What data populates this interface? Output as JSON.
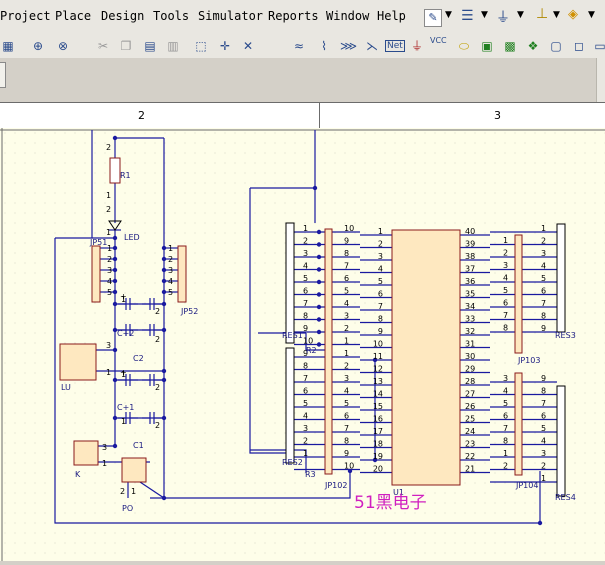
{
  "menu": {
    "items": [
      "Project",
      "Place",
      "Design",
      "Tools",
      "Simulator",
      "Reports",
      "Window",
      "Help"
    ]
  },
  "toolbar": {
    "icons": [
      "new-icon",
      "open-icon",
      "zoom-icon",
      "zoom-fit-icon",
      "cut-icon",
      "copy-icon",
      "paste-icon",
      "paste-special-icon",
      "select-icon",
      "move-icon",
      "cross-icon",
      "wire-icon",
      "bus-icon",
      "bus-entry-icon",
      "net-label-icon",
      "net-label-text",
      "gnd-icon",
      "vcc-icon",
      "port-icon",
      "sheet-entry-icon",
      "sheet-icon",
      "part-icon",
      "box-icon",
      "ellipse-icon",
      "text-frame-icon"
    ],
    "net_label_text": "Net",
    "vcc_text": "VCC"
  },
  "ruler": {
    "col2": "2",
    "col3": "3"
  },
  "schematic": {
    "components": {
      "r1": "R1",
      "led": "LED",
      "jp51": "JP51",
      "jp52": "JP52",
      "c2plus": "C+2",
      "c2": "C2",
      "c1plus": "C+1",
      "c1": "C1",
      "lu": "LU",
      "k": "K",
      "po": "PO",
      "res1": "RES1",
      "res2": "RES2",
      "res3": "RES3",
      "res4": "RES4",
      "r2": "R2",
      "r3": "R3",
      "jp102": "JP102",
      "jp103": "JP103",
      "jp104": "JP104",
      "u1": "U1"
    },
    "watermark": "51黑电子",
    "pins_1_10": [
      "1",
      "2",
      "3",
      "4",
      "5",
      "6",
      "7",
      "8",
      "9",
      "10"
    ],
    "pins_10_1": [
      "10",
      "9",
      "8",
      "7",
      "6",
      "5",
      "4",
      "3",
      "2",
      "1"
    ],
    "pins_9_1": [
      "9",
      "8",
      "7",
      "6",
      "5",
      "4",
      "3",
      "2",
      "1"
    ],
    "pins_1_9": [
      "1",
      "2",
      "3",
      "4",
      "5",
      "6",
      "7",
      "8",
      "9"
    ],
    "pins_8_1": [
      "8",
      "7",
      "6",
      "5",
      "4",
      "3",
      "2",
      "1"
    ],
    "chip_left": [
      "1",
      "2",
      "3",
      "4",
      "5",
      "6",
      "7",
      "8",
      "9",
      "10",
      "11",
      "12",
      "13",
      "14",
      "15",
      "16",
      "17",
      "18",
      "19",
      "20"
    ],
    "chip_right": [
      "40",
      "39",
      "38",
      "37",
      "36",
      "35",
      "34",
      "33",
      "32",
      "31",
      "30",
      "29",
      "28",
      "27",
      "26",
      "25",
      "24",
      "23",
      "22",
      "21"
    ],
    "res3_right": [
      "1",
      "2",
      "3",
      "4",
      "5",
      "6",
      "7",
      "8",
      "9"
    ],
    "res4_right": [
      "9",
      "8",
      "7",
      "6",
      "5",
      "4",
      "3",
      "2",
      "1"
    ],
    "jp103_pins": [
      "1",
      "2",
      "3",
      "4",
      "5",
      "6",
      "7",
      "8"
    ],
    "jp104_pins": [
      "3",
      "4",
      "5",
      "6",
      "7",
      "8",
      "1",
      "2"
    ],
    "jp52_pins": [
      "1",
      "2",
      "3",
      "4",
      "5"
    ],
    "jp51_pins": [
      "1",
      "2",
      "3",
      "4",
      "5"
    ],
    "misc": {
      "r1_top": "2",
      "r1_bot": "1",
      "led_pin2": "2",
      "led_pin1": "1",
      "c2_a": "1",
      "c2_b": "2",
      "c1_a": "1",
      "c1_b": "2",
      "cp_a": "1",
      "cp_b": "2",
      "lu_3": "3",
      "lu_1": "1",
      "k_3": "3",
      "k_1": "1",
      "po_2": "2",
      "po_1": "1"
    }
  }
}
